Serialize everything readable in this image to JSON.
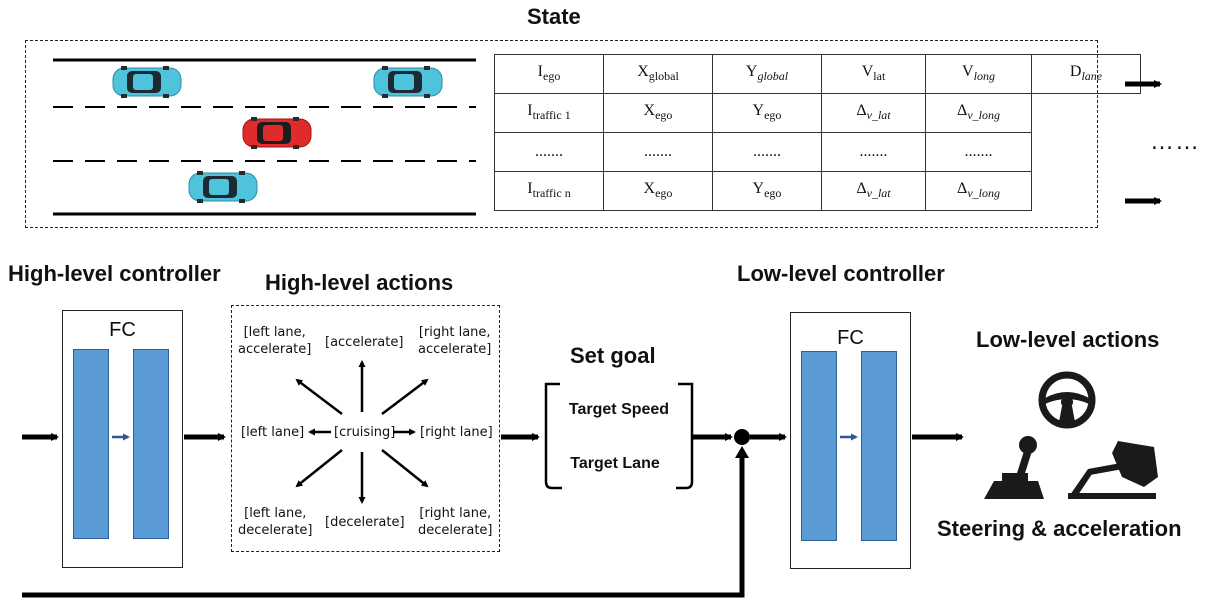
{
  "state": {
    "title": "State",
    "table": {
      "rows": [
        [
          {
            "base": "I",
            "sub": "ego",
            "italic": false
          },
          {
            "base": "X",
            "sub": "global",
            "italic": false
          },
          {
            "base": "Y",
            "sub": "global",
            "italic": true
          },
          {
            "base": "V",
            "sub": "lat",
            "italic": false
          },
          {
            "base": "V",
            "sub": "long",
            "italic": true
          },
          {
            "base": "D",
            "sub": "lane",
            "italic": true
          }
        ],
        [
          {
            "base": "I",
            "sub": "traffic 1",
            "italic": false
          },
          {
            "base": "X",
            "sub": "ego",
            "italic": false
          },
          {
            "base": "Y",
            "sub": "ego",
            "italic": false
          },
          {
            "base": "Δ",
            "sub": "v_lat",
            "italic": true
          },
          {
            "base": "Δ",
            "sub": "v_long",
            "italic": true
          }
        ],
        [
          {
            "base": ".......",
            "sub": "",
            "italic": false
          },
          {
            "base": ".......",
            "sub": "",
            "italic": false
          },
          {
            "base": ".......",
            "sub": "",
            "italic": false
          },
          {
            "base": ".......",
            "sub": "",
            "italic": false
          },
          {
            "base": ".......",
            "sub": "",
            "italic": false
          }
        ],
        [
          {
            "base": "I",
            "sub": "traffic n",
            "italic": false
          },
          {
            "base": "X",
            "sub": "ego",
            "italic": false
          },
          {
            "base": "Y",
            "sub": "ego",
            "italic": false
          },
          {
            "base": "Δ",
            "sub": "v_lat",
            "italic": true
          },
          {
            "base": "Δ",
            "sub": "v_long",
            "italic": true
          }
        ]
      ]
    },
    "ellipsis": "……"
  },
  "high_level_controller": {
    "title": "High-level controller",
    "label": "FC"
  },
  "high_level_actions": {
    "title": "High-level actions",
    "left_lane_accelerate": "[left lane,\naccelerate]",
    "accelerate": "[accelerate]",
    "right_lane_accelerate": "[right lane,\naccelerate]",
    "left_lane": "[left lane]",
    "cruising": "[cruising]",
    "right_lane": "[right lane]",
    "left_lane_decelerate": "[left lane,\ndecelerate]",
    "decelerate": "[decelerate]",
    "right_lane_decelerate": "[right lane,\ndecelerate]"
  },
  "set_goal": {
    "title": "Set goal",
    "target_speed": "Target Speed",
    "target_lane": "Target Lane"
  },
  "low_level_controller": {
    "title": "Low-level controller",
    "label": "FC"
  },
  "low_level_actions": {
    "title": "Low-level actions",
    "caption": "Steering & acceleration"
  },
  "icons": [
    "car-icon",
    "steering-wheel-icon",
    "gear-shift-icon",
    "pedal-icon"
  ],
  "colors": {
    "ego_car": "#e02b2b",
    "traffic_car": "#4fc3dc",
    "fc_bar": "#5b9bd5"
  }
}
